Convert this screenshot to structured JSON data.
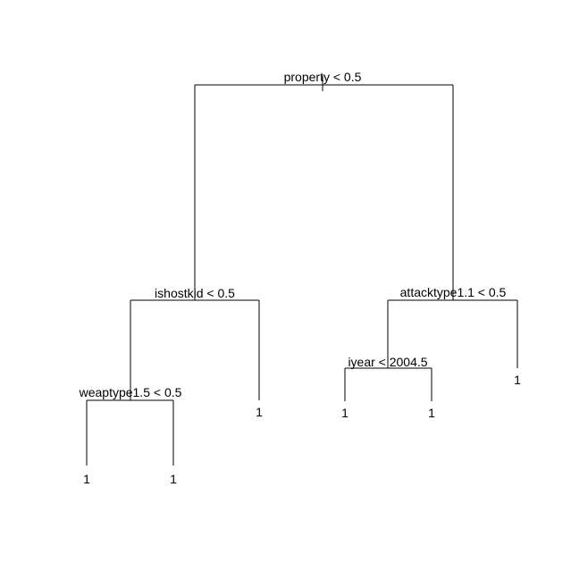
{
  "tree": {
    "root": {
      "label": "property < 0.5",
      "yes": {
        "label": "ishostkid < 0.5",
        "yes": {
          "label": "weaptype1.5 < 0.5",
          "yes": {
            "leaf": "1"
          },
          "no": {
            "leaf": "1"
          }
        },
        "no": {
          "leaf": "1"
        }
      },
      "no": {
        "label": "attacktype1.1 < 0.5",
        "yes": {
          "label": "iyear < 2004.5",
          "yes": {
            "leaf": "1"
          },
          "no": {
            "leaf": "1"
          }
        },
        "no": {
          "leaf": "1"
        }
      }
    }
  }
}
